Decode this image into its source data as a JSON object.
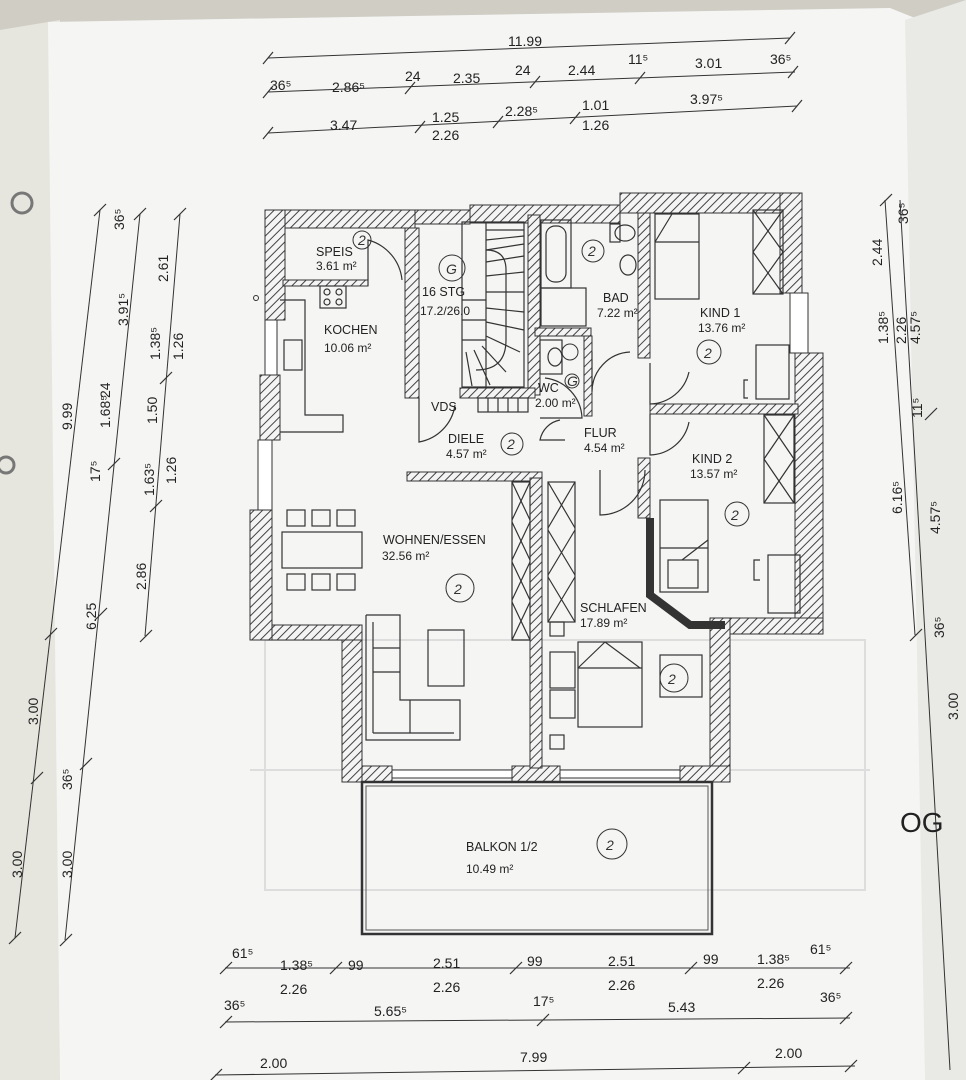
{
  "floor_label": "OG",
  "rooms": [
    {
      "name": "SPEIS",
      "area": "3.61 m²",
      "unit": "2"
    },
    {
      "name": "KOCHEN",
      "area": "10.06 m²"
    },
    {
      "name": "16 STG",
      "area": "17.2/26.0",
      "unit": "G"
    },
    {
      "name": "BAD",
      "area": "7.22 m²",
      "unit": "2"
    },
    {
      "name": "KIND 1",
      "area": "13.76 m²",
      "unit": "2"
    },
    {
      "name": "WC",
      "area": "2.00 m²",
      "unit": "G"
    },
    {
      "name": "VDS"
    },
    {
      "name": "DIELE",
      "area": "4.57 m²",
      "unit": "2"
    },
    {
      "name": "FLUR",
      "area": "4.54 m²"
    },
    {
      "name": "KIND 2",
      "area": "13.57 m²",
      "unit": "2"
    },
    {
      "name": "WOHNEN/ESSEN",
      "area": "32.56 m²",
      "unit": "2"
    },
    {
      "name": "SCHLAFEN",
      "area": "17.89 m²",
      "unit": "2"
    },
    {
      "name": "BALKON 1/2",
      "area": "10.49 m²",
      "unit": "2"
    }
  ],
  "dimensions": {
    "top_overall": "11.99",
    "top_row1": [
      "36⁵",
      "2.86⁵",
      "24",
      "2.35",
      "24",
      "2.44",
      "11⁵",
      "3.01",
      "36⁵"
    ],
    "top_row2": [
      "3.47",
      "1.25",
      "2.26",
      "2.28⁵",
      "1.01",
      "1.26",
      "3.97⁵"
    ],
    "left_col1": [
      "9.99",
      "3.00",
      "3.00"
    ],
    "left_col2": [
      "36⁵",
      "1.68⁵",
      "17⁵",
      "6.25",
      "36⁵",
      "3.00"
    ],
    "left_col3": [
      "24",
      "3.91⁵",
      "1.38⁵",
      "1.50",
      "1.63⁵",
      "2.86"
    ],
    "left_col4": [
      "2.61",
      "1.26",
      "1.26"
    ],
    "right_col1": [
      "2.44",
      "1.38⁵",
      "6.16⁵"
    ],
    "right_col2": [
      "36⁵",
      "2.26",
      "11⁵",
      "36⁵",
      "3.00"
    ],
    "right_col3": [
      "4.57⁵",
      "4.57⁵"
    ],
    "bottom_row1": [
      "61⁵",
      "1.38⁵",
      "99",
      "2.51",
      "99",
      "2.51",
      "99",
      "1.38⁵",
      "61⁵"
    ],
    "bottom_row2": [
      "2.26",
      "2.26",
      "2.26",
      "2.26"
    ],
    "bottom_row3": [
      "36⁵",
      "5.65⁵",
      "17⁵",
      "5.43",
      "36⁵"
    ],
    "bottom_row4": [
      "2.00",
      "7.99",
      "2.00"
    ]
  }
}
